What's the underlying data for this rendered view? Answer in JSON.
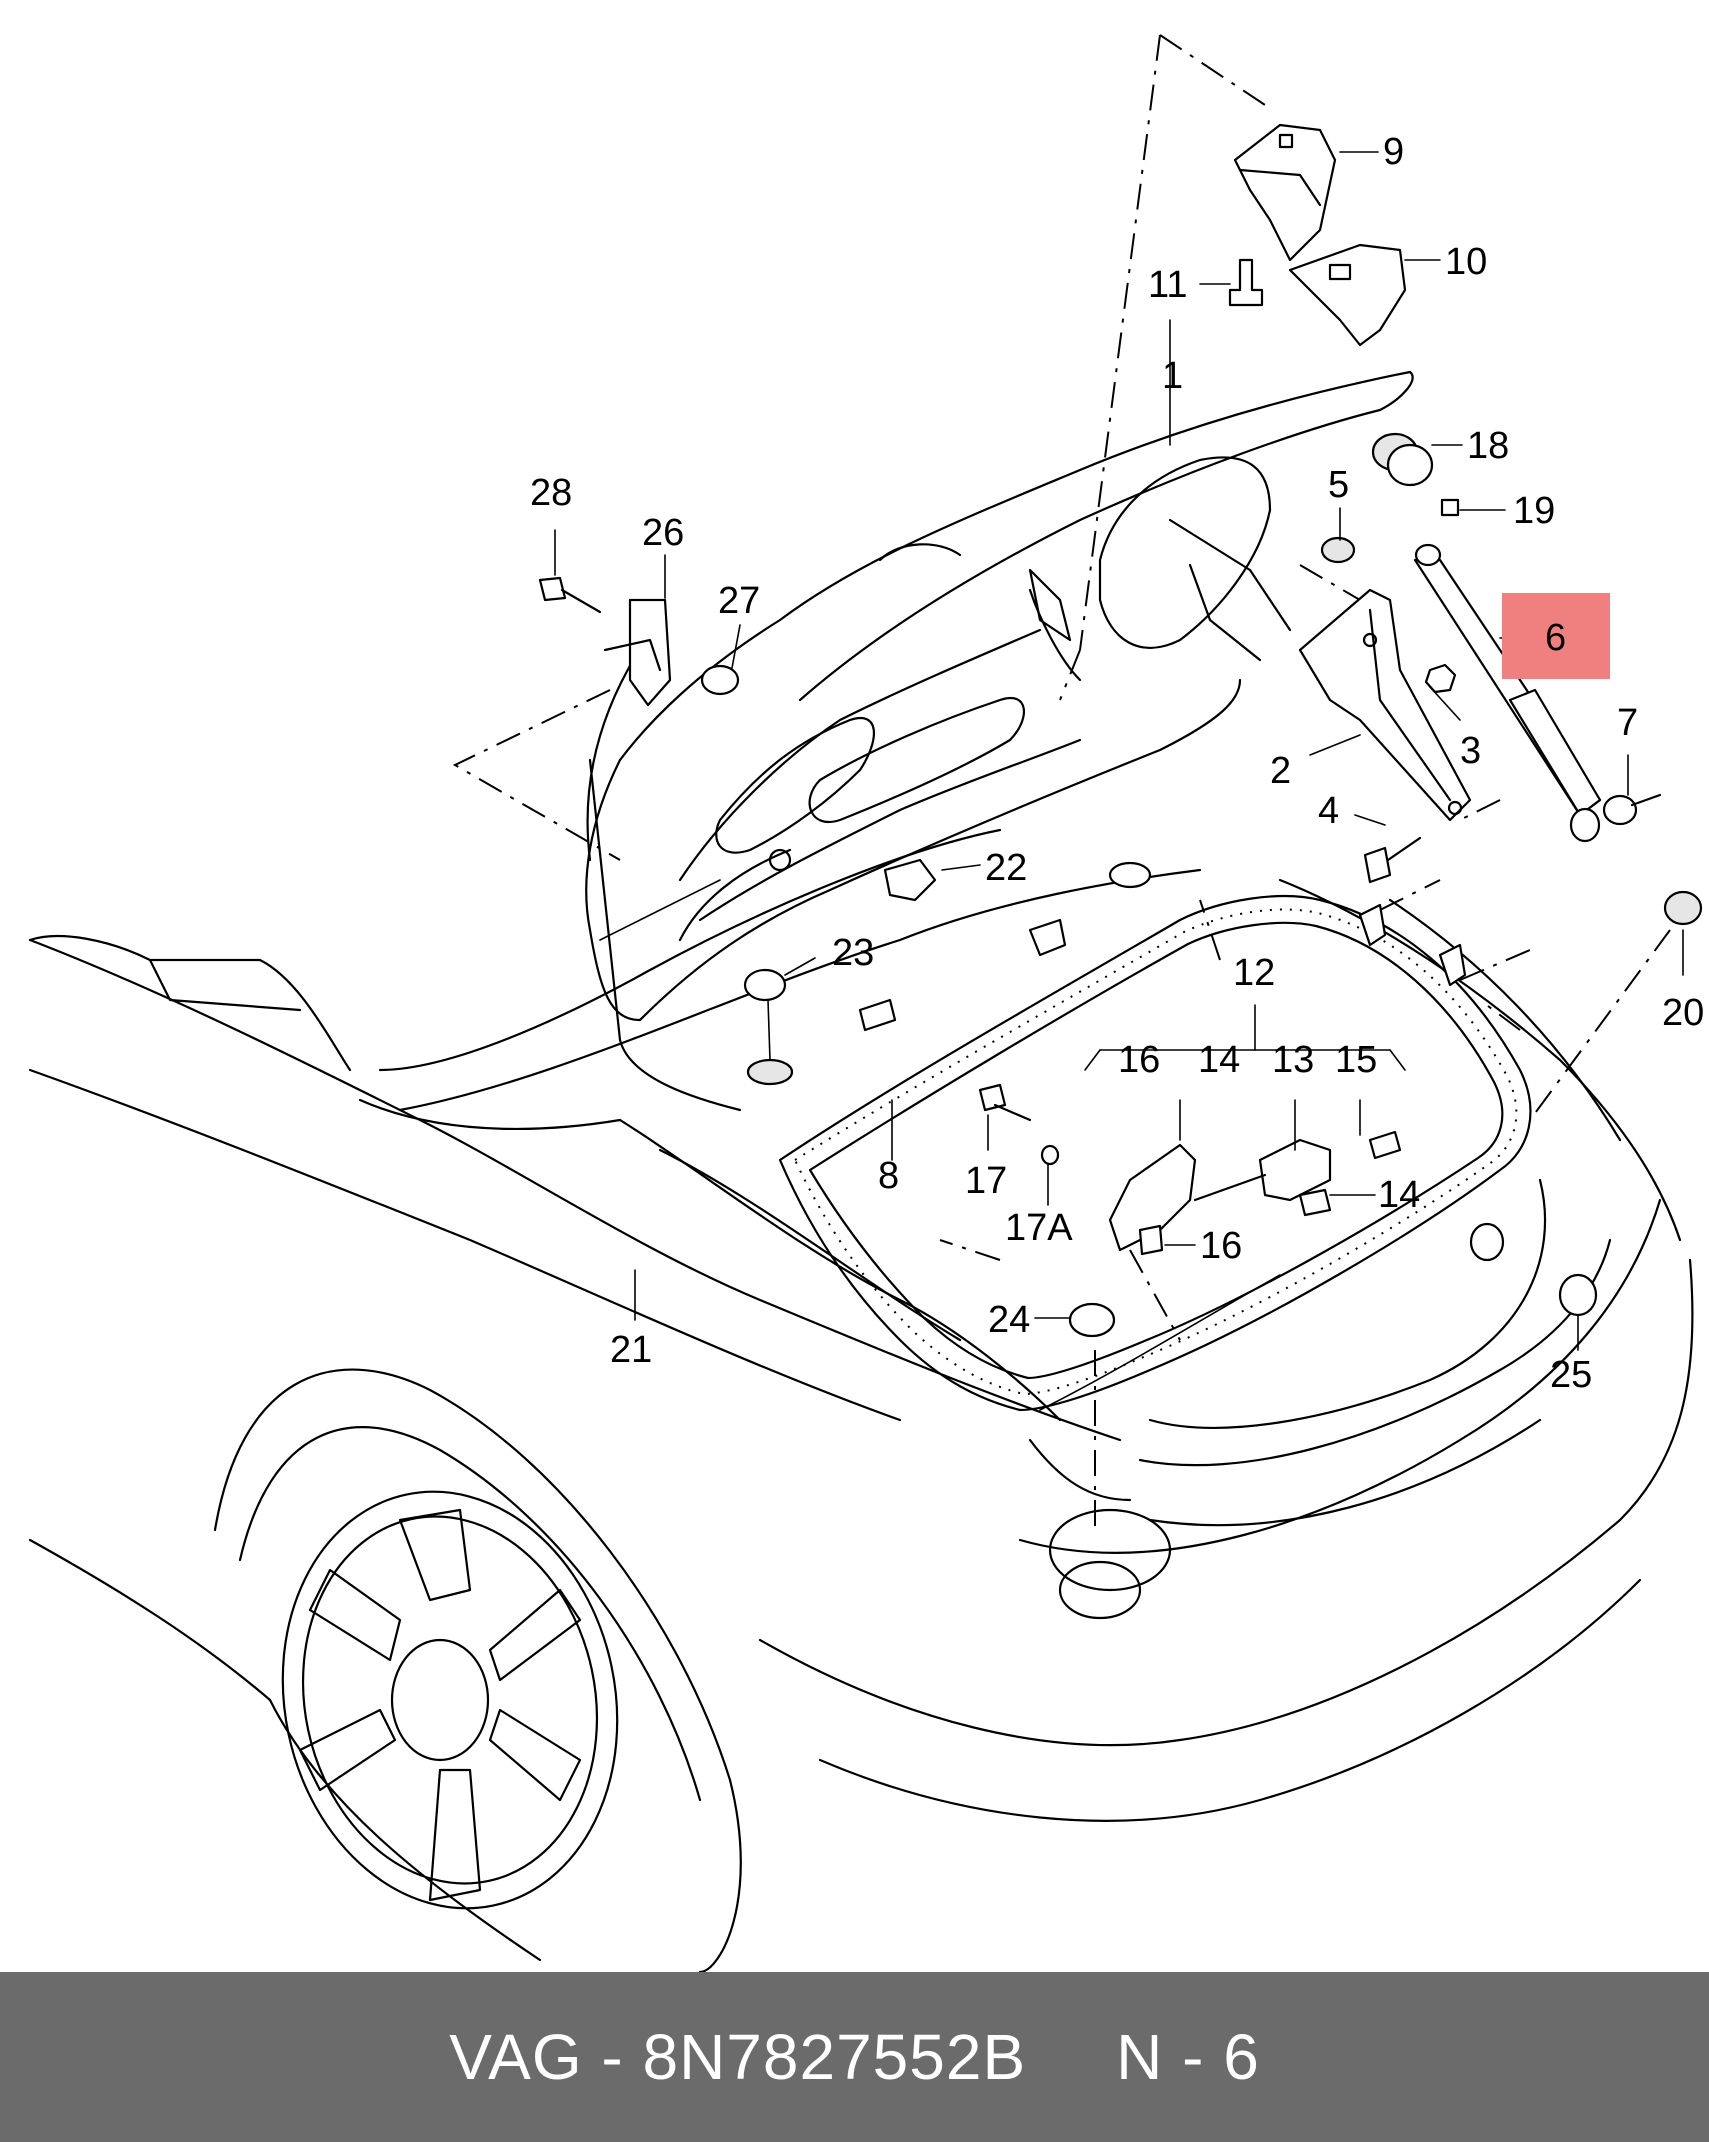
{
  "labels": {
    "p1": "1",
    "p2": "2",
    "p3": "3",
    "p4": "4",
    "p5": "5",
    "p6": "6",
    "p7": "7",
    "p8": "8",
    "p9": "9",
    "p10": "10",
    "p11": "11",
    "p12": "12",
    "p13": "13",
    "p14a": "14",
    "p14b": "14",
    "p15": "15",
    "p16a": "16",
    "p16b": "16",
    "p17": "17",
    "p17a": "17A",
    "p18": "18",
    "p19": "19",
    "p20": "20",
    "p21": "21",
    "p22": "22",
    "p23": "23",
    "p24": "24",
    "p25": "25",
    "p26": "26",
    "p27": "27",
    "p28": "28"
  },
  "highlight": {
    "part": "6",
    "color": "#f08080"
  },
  "footer": {
    "brand": "VAG",
    "separator": "-",
    "part_number": "8N7827552B",
    "page_ref": "N - 6"
  },
  "colors": {
    "footer_background": "#6b6b6b",
    "footer_text": "#ffffff"
  }
}
